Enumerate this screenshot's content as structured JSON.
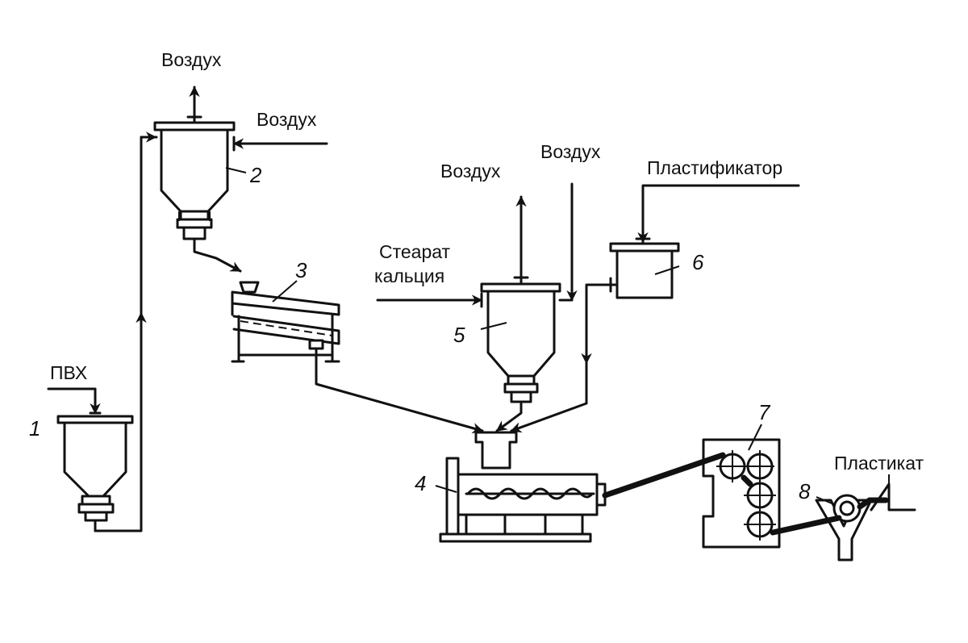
{
  "labels": {
    "air_top": "Воздух",
    "air_right_2": "Воздух",
    "air_5_out": "Воздух",
    "air_5_in": "Воздух",
    "plasticizer": "Пластификатор",
    "stearate_line1": "Стеарат",
    "stearate_line2": "кальция",
    "pvc": "ПВХ",
    "plastikat": "Пластикат"
  },
  "numbers": {
    "n1": "1",
    "n2": "2",
    "n3": "3",
    "n4": "4",
    "n5": "5",
    "n6": "6",
    "n7": "7",
    "n8": "8"
  }
}
